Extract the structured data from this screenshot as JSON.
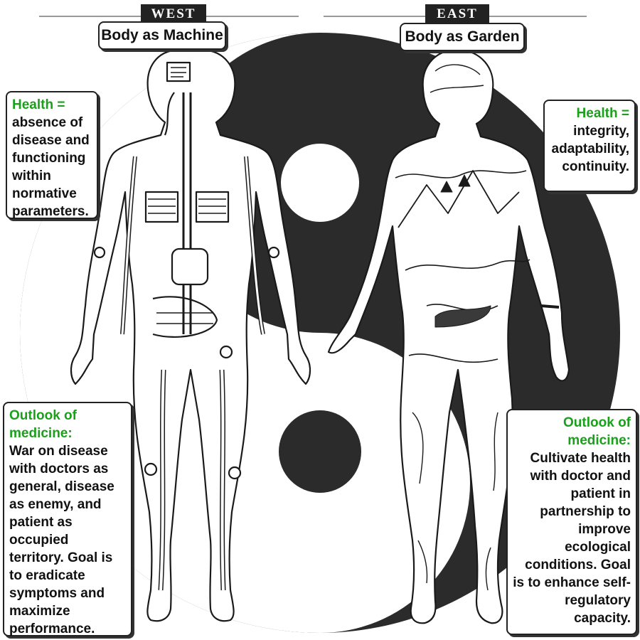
{
  "west": {
    "label": "WEST",
    "title": "Body as Machine",
    "health_heading": "Health =",
    "health_text": "absence of disease and functioning within normative parameters.",
    "outlook_heading": "Outlook of medicine:",
    "outlook_text": "War on disease with doctors as general, disease as enemy, and patient as occupied territory. Goal is to eradicate symptoms and maximize performance."
  },
  "east": {
    "label": "EAST",
    "title": "Body as Garden",
    "health_heading": "Health =",
    "health_text": "integrity, adaptability, continuity.",
    "outlook_heading": "Outlook of medicine:",
    "outlook_text": "Cultivate health with doctor and patient in partnership to improve ecological conditions. Goal is to enhance self-regulatory capacity."
  },
  "colors": {
    "yin": "#2b2b2b",
    "yang": "#ffffff",
    "heading_green": "#1aa01a"
  },
  "icons": {
    "background": "yin-yang-icon",
    "west_figure": "mechanical-human-body-icon",
    "east_figure": "landscape-human-body-icon"
  }
}
